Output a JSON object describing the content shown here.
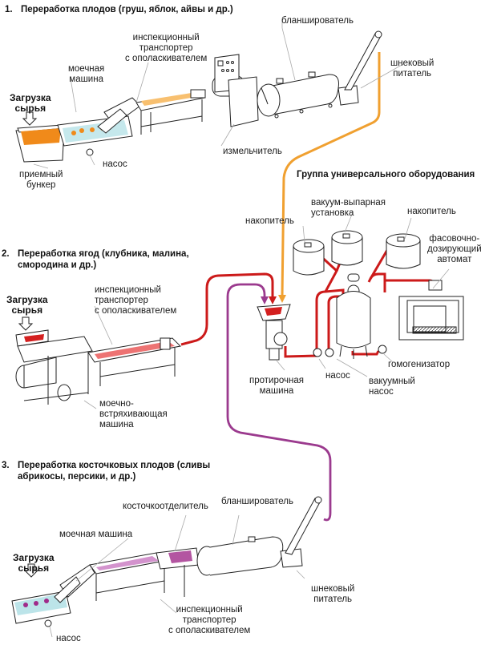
{
  "colors": {
    "fruit_line": "#f0a030",
    "berry_line": "#cc1a1a",
    "stone_line": "#9b3a8e",
    "fruit_fill": "#f08a1a",
    "berry_fill": "#d42020",
    "stone_fill": "#a02a8a",
    "water": "#9fd8e0",
    "outline": "#222222"
  },
  "sections": [
    {
      "number": "1.",
      "title_lines": [
        "Переработка плодов (груш, яблок, айвы и др.)"
      ],
      "load_label": [
        "Загрузка",
        "сырья"
      ],
      "labels": {
        "washer": [
          "моечная",
          "машина"
        ],
        "inspection": [
          "инспекционный",
          "транспортер",
          "с ополаскивателем"
        ],
        "blancher": [
          "бланширователь"
        ],
        "screw_feeder": [
          "шнековый",
          "питатель"
        ],
        "hopper": [
          "приемный",
          "бункер"
        ],
        "pump": [
          "насос"
        ],
        "crusher": [
          "измельчитель"
        ]
      }
    },
    {
      "number": "2.",
      "title_lines": [
        "Переработка ягод (клубника, малина,",
        "смородина и др.)"
      ],
      "load_label": [
        "Загрузка",
        "сырья"
      ],
      "labels": {
        "inspection": [
          "инспекционный",
          "транспортер",
          "с ополаскивателем"
        ],
        "shaker": [
          "моечно-",
          "встряхивающая",
          "машина"
        ]
      }
    },
    {
      "number": "3.",
      "title_lines": [
        "Переработка косточковых плодов (сливы",
        "абрикосы, персики, и др.)"
      ],
      "load_label": [
        "Загрузка",
        "сырья"
      ],
      "labels": {
        "pitter": [
          "косточкоотделитель"
        ],
        "blancher": [
          "бланширователь"
        ],
        "washer": [
          "моечная машина"
        ],
        "screw_feeder": [
          "шнековый",
          "питатель"
        ],
        "inspection": [
          "инспекционный",
          "транспортер",
          "с ополаскивателем"
        ],
        "pump": [
          "насос"
        ]
      }
    }
  ],
  "universal_group": {
    "title": "Группа универсального оборудования",
    "labels": {
      "vacuum_evaporator": [
        "вакуум-выпарная",
        "установка"
      ],
      "accumulator_left": [
        "накопитель"
      ],
      "accumulator_right": [
        "накопитель"
      ],
      "filling_machine": [
        "фасовочно-",
        "дозирующий",
        "автомат"
      ],
      "pulper": [
        "протирочная",
        "машина"
      ],
      "pump": [
        "насос"
      ],
      "vacuum_pump": [
        "вакуумный",
        "насос"
      ],
      "homogenizer": [
        "гомогенизатор"
      ]
    }
  }
}
